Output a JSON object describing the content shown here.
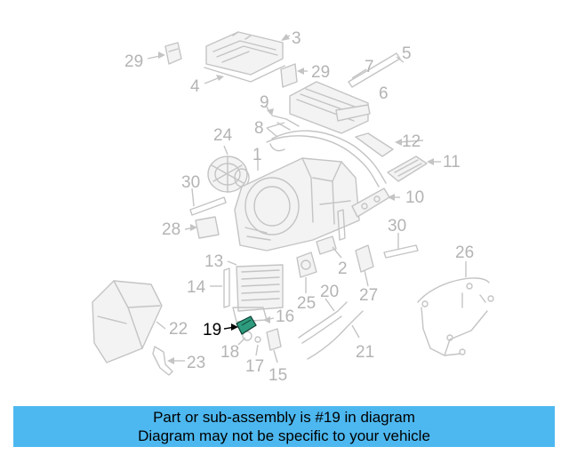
{
  "diagram": {
    "highlight_color": "#2e9b7e",
    "callout_color": "#b4b4b4",
    "highlighted_part": "19",
    "callouts": [
      "29",
      "3",
      "4",
      "29",
      "5",
      "7",
      "6",
      "9",
      "8",
      "24",
      "1",
      "12",
      "11",
      "30",
      "10",
      "28",
      "30",
      "13",
      "2",
      "26",
      "14",
      "25",
      "20",
      "27",
      "22",
      "19",
      "16",
      "18",
      "17",
      "15",
      "21",
      "23"
    ]
  },
  "banner": {
    "line1": "Part or sub-assembly is #19 in diagram",
    "line2": "Diagram may not be specific to your vehicle",
    "background": "#4db8f0"
  }
}
